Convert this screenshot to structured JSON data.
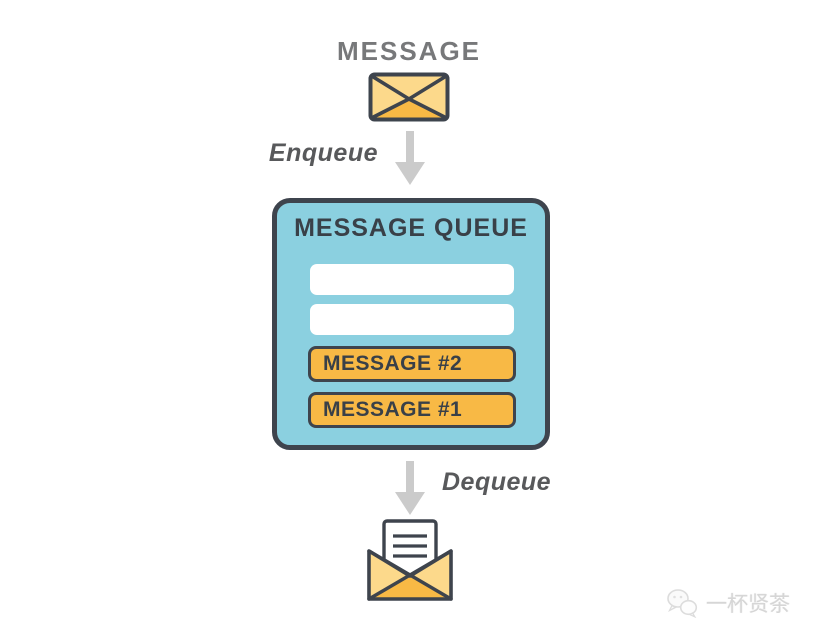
{
  "diagram": {
    "top_label": "MESSAGE",
    "enqueue_label": "Enqueue",
    "dequeue_label": "Dequeue",
    "queue": {
      "title": "MESSAGE QUEUE",
      "slots": [
        {
          "type": "empty",
          "label": ""
        },
        {
          "type": "empty",
          "label": ""
        },
        {
          "type": "message",
          "label": "MESSAGE #2"
        },
        {
          "type": "message",
          "label": "MESSAGE #1"
        }
      ]
    },
    "icons": {
      "top": "closed-envelope-icon",
      "enqueue_arrow": "arrow-down-icon",
      "dequeue_arrow": "arrow-down-icon",
      "bottom": "open-envelope-letter-icon"
    },
    "colors": {
      "queue_background": "#8BD0E0",
      "outline_dark": "#3E444D",
      "message_slot_fill": "#F8B945",
      "envelope_light": "#FCD98B",
      "envelope_dark": "#F8B945",
      "arrow_gray": "#CBCBCB",
      "title_gray": "#77787A",
      "label_gray": "#58595B",
      "empty_slot": "#FFFFFF"
    }
  },
  "watermark": {
    "text": "一杯贤茶",
    "icon": "wechat-icon",
    "color": "#D6D6D6"
  }
}
